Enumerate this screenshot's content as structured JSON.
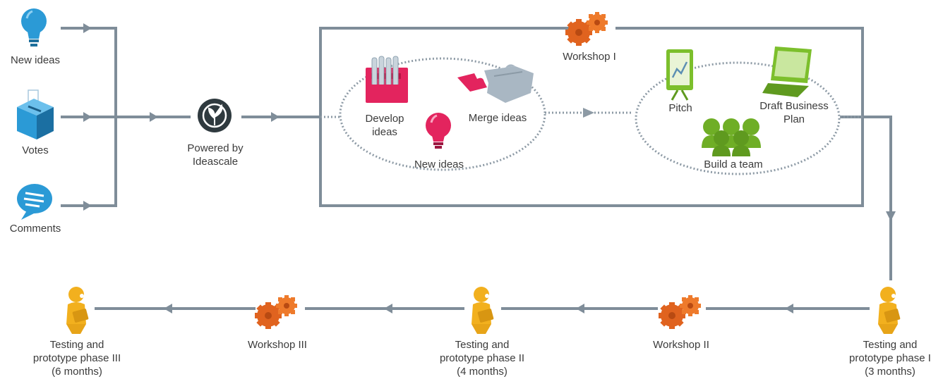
{
  "inputs": {
    "new_ideas": "New ideas",
    "votes": "Votes",
    "comments": "Comments"
  },
  "platform": {
    "label": "Powered by\nIdeascale"
  },
  "stage1": {
    "workshop": "Workshop I",
    "develop": "Develop\nideas",
    "merge": "Merge ideas",
    "new_ideas": "New ideas",
    "pitch": "Pitch",
    "draft": "Draft Business\nPlan",
    "team": "Build a team"
  },
  "bottom": {
    "phase1": "Testing and\nprototype phase I\n(3 months)",
    "workshop2": "Workshop II",
    "phase2": "Testing and\nprototype phase II\n(4 months)",
    "workshop3": "Workshop III",
    "phase3": "Testing and\nprototype phase III\n(6 months)"
  },
  "colors": {
    "line": "#7f8d99",
    "dots": "#8d9aa5",
    "blue": "#2b9ad6",
    "pink": "#e3245e",
    "gear": "#e0631f",
    "green": "#7cbf2c",
    "yellow": "#f2b01e",
    "puzzle_gray": "#a9b7c3"
  }
}
